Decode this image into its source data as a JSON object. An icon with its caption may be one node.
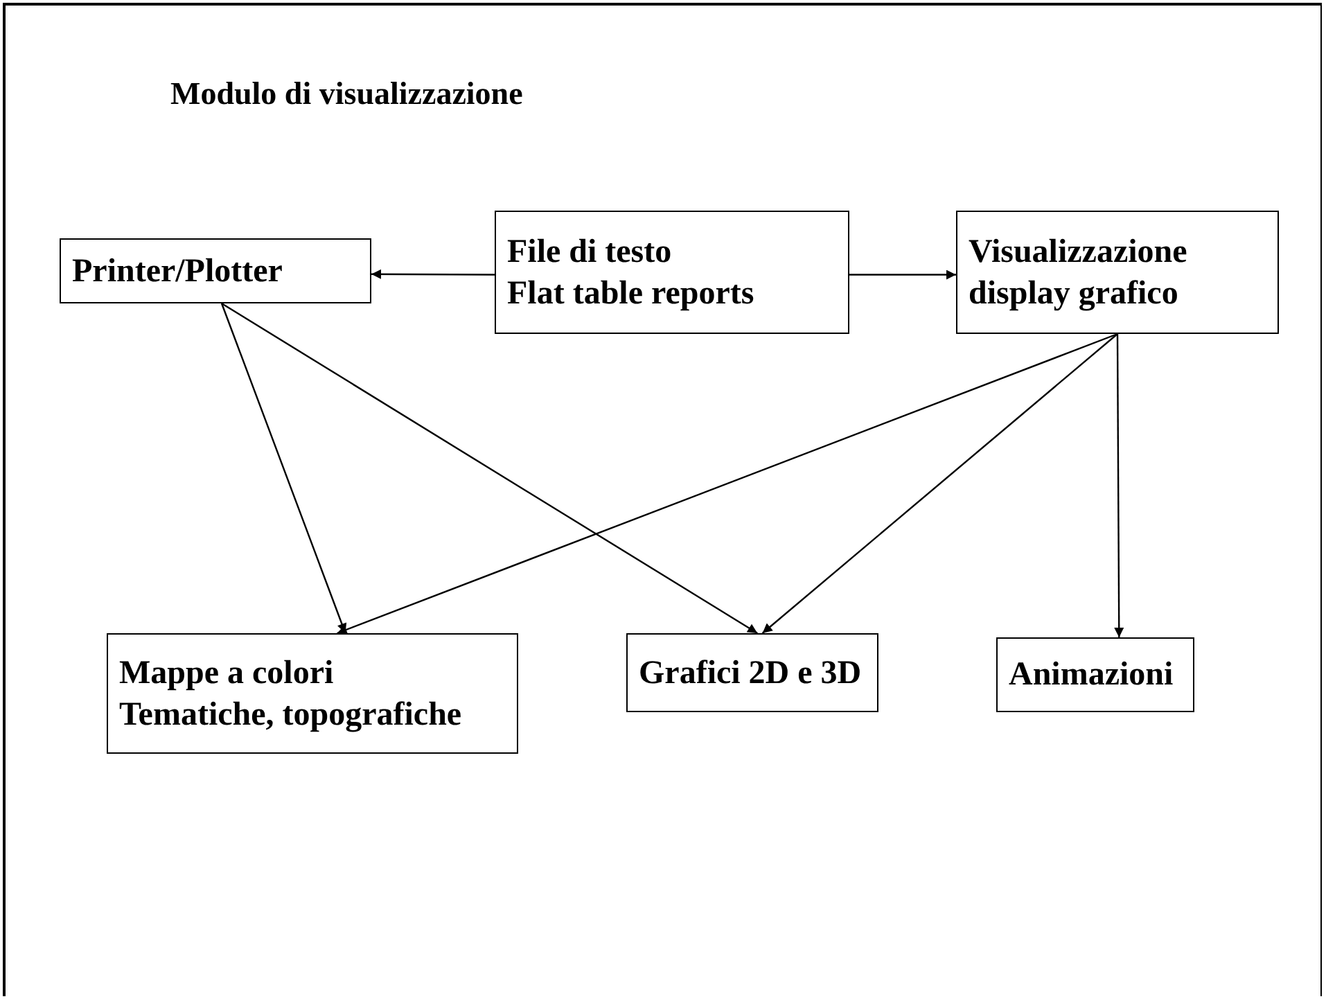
{
  "diagram": {
    "title": "Modulo di visualizzazione",
    "nodes": [
      {
        "text": [
          "Printer/Plotter"
        ]
      },
      {
        "text": [
          "File di testo",
          "Flat table reports"
        ]
      },
      {
        "text": [
          "Visualizzazione display grafico"
        ]
      },
      {
        "text": [
          "Mappe a colori",
          "Tematiche, topografiche"
        ]
      },
      {
        "text": [
          "Grafici 2D e 3D"
        ]
      },
      {
        "text": [
          "Animazioni"
        ]
      }
    ],
    "edges": [
      {
        "from": 1,
        "to": 0,
        "arrow": "to"
      },
      {
        "from": 1,
        "to": 2,
        "arrow": "to"
      },
      {
        "from": 0,
        "to": 3,
        "arrow": "to"
      },
      {
        "from": 0,
        "to": 4,
        "arrow": "to"
      },
      {
        "from": 2,
        "to": 3,
        "arrow": "to"
      },
      {
        "from": 2,
        "to": 4,
        "arrow": "to"
      },
      {
        "from": 2,
        "to": 5,
        "arrow": "to"
      }
    ]
  }
}
